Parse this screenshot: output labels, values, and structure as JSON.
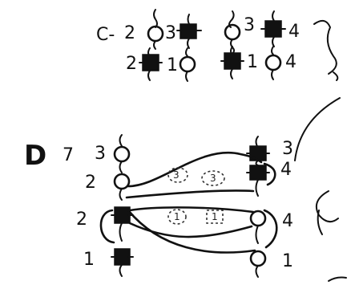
{
  "panel_c": {
    "label": "C-",
    "top_row": [
      "2",
      "3",
      "3",
      "4"
    ],
    "bottom_row": [
      "2",
      "1",
      "1",
      "4"
    ]
  },
  "panel_d": {
    "label": "D",
    "mark": "7",
    "left_labels": [
      "3",
      "2",
      "2",
      "1"
    ],
    "right_labels": [
      "3",
      "4",
      "4",
      "1"
    ],
    "dashed_labels": [
      "3",
      "3",
      "1",
      "1"
    ]
  }
}
